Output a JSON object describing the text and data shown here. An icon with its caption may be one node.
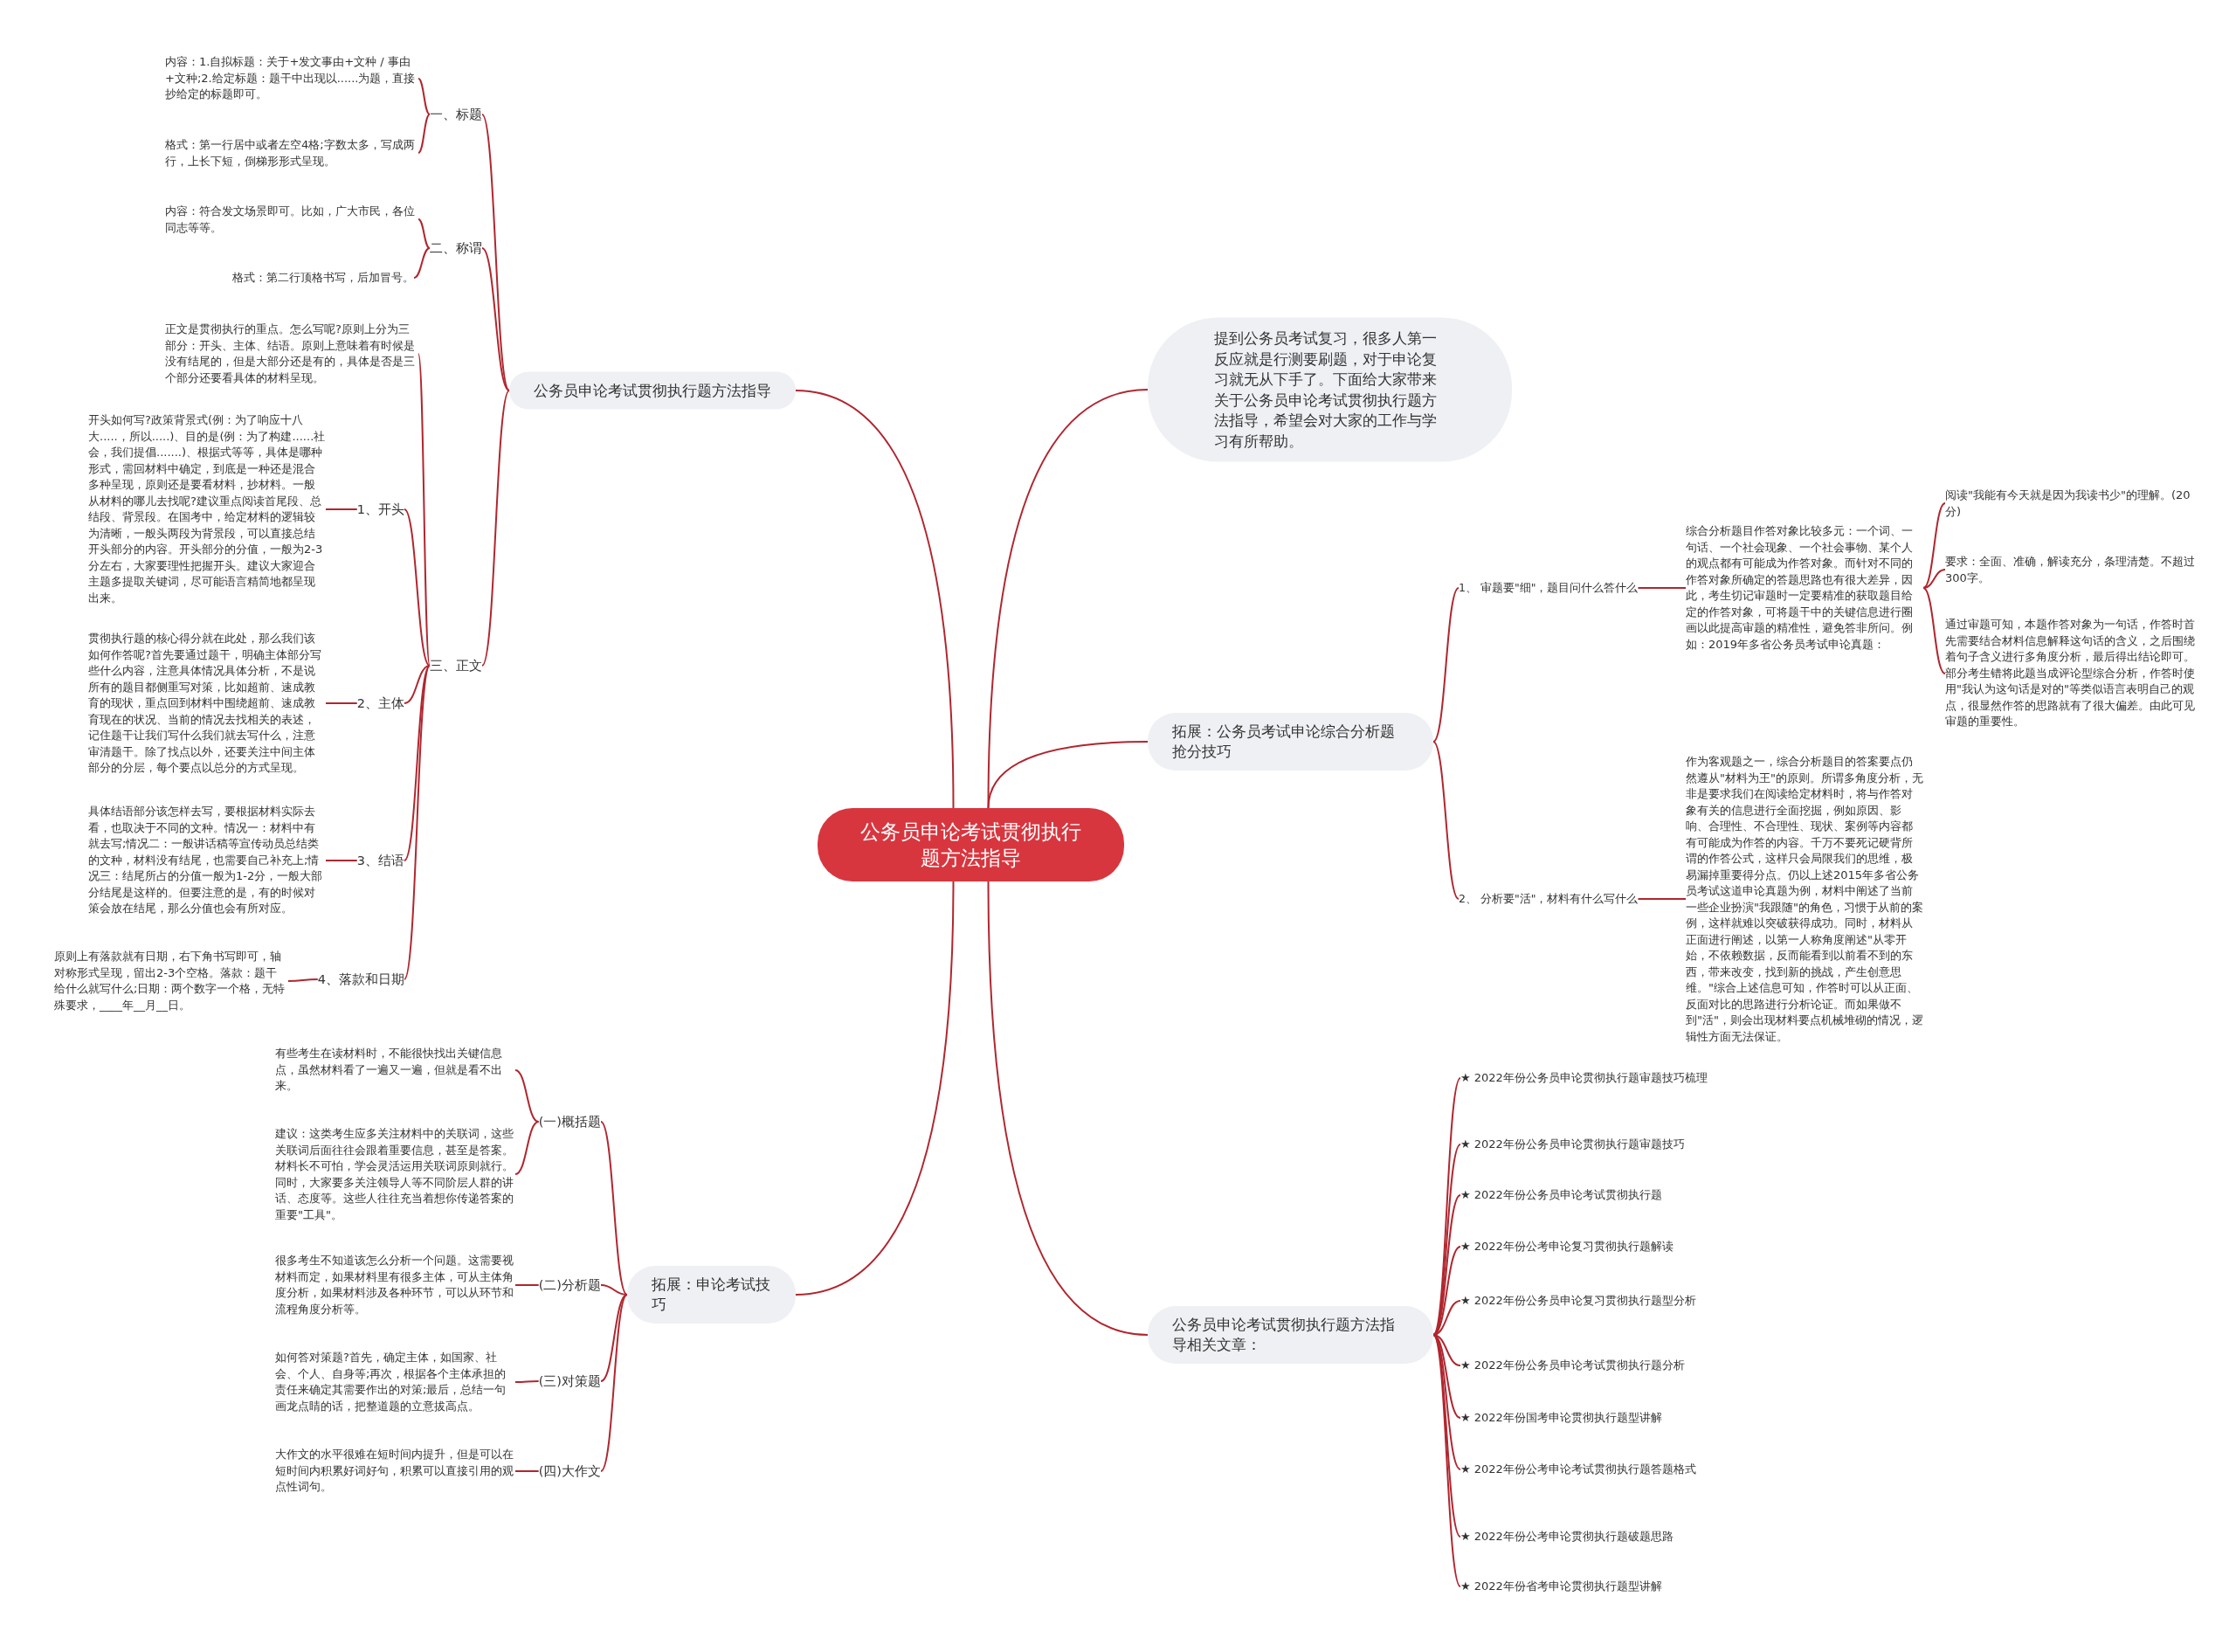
{
  "diagram": {
    "nodes": [
      {
        "text": [
          "公务员申论考试贯彻执行题方法指导"
        ]
      },
      {
        "text": [
          "公务员申论考试贯彻执行题方法指导"
        ]
      },
      {
        "text": [
          "一、标题"
        ]
      },
      {
        "text": [
          "内容：1.自拟标题：关于+发文事由+文种 / 事由+文种;2.给定标题：题干中出现以......为题，直接抄给定的标题即可。"
        ]
      },
      {
        "text": [
          "格式：第一行居中或者左空4格;字数太多，写成两行，上长下短，倒梯形形式呈现。"
        ]
      },
      {
        "text": [
          "二、称谓"
        ]
      },
      {
        "text": [
          "内容：符合发文场景即可。比如，广大市民，各位同志等等。"
        ]
      },
      {
        "text": [
          "格式：第二行顶格书写，后加冒号。"
        ]
      },
      {
        "text": [
          "三、正文"
        ]
      },
      {
        "text": [
          "正文是贯彻执行的重点。怎么写呢?原则上分为三部分：开头、主体、结语。原则上意味着有时候是没有结尾的，但是大部分还是有的，具体是否是三个部分还要看具体的材料呈现。"
        ]
      },
      {
        "text": [
          "1、开头"
        ]
      },
      {
        "text": [
          "开头如何写?政策背景式(例：为了响应十八大.....，所以.....)、目的是(例：为了构建......社会，我们提倡.......)、根据式等等，具体是哪种形式，需回材料中确定，到底是一种还是混合多种呈现，原则还是要看材料，抄材料。一般从材料的哪儿去找呢?建议重点阅读首尾段、总结段、背景段。在国考中，给定材料的逻辑较为清晰，一般头两段为背景段，可以直接总结开头部分的内容。开头部分的分值，一般为2-3分左右，大家要理性把握开头。建议大家迎合主题多提取关键词，尽可能语言精简地都呈现出来。"
        ]
      },
      {
        "text": [
          "2、主体"
        ]
      },
      {
        "text": [
          "贯彻执行题的核心得分就在此处，那么我们该如何作答呢?首先要通过题干，明确主体部分写些什么内容，注意具体情况具体分析，不是说所有的题目都侧重写对策，比如超前、速成教育的现状，重点回到材料中围绕超前、速成教育现在的状况、当前的情况去找相关的表述，记住题干让我们写什么我们就去写什么，注意审清题干。除了找点以外，还要关注中间主体部分的分层，每个要点以总分的方式呈现。"
        ]
      },
      {
        "text": [
          "3、结语"
        ]
      },
      {
        "text": [
          "具体结语部分该怎样去写，要根据材料实际去看，也取决于不同的文种。情况一：材料中有就去写;情况二：一般讲话稿等宣传动员总结类的文种，材料没有结尾，也需要自己补充上;情况三：结尾所占的分值一般为1-2分，一般大部分结尾是这样的。但要注意的是，有的时候对策会放在结尾，那么分值也会有所对应。"
        ]
      },
      {
        "text": [
          "4、落款和日期"
        ]
      },
      {
        "text": [
          "原则上有落款就有日期，右下角书写即可，轴对称形式呈现，留出2-3个空格。落款：题干给什么就写什么;日期：两个数字一个格，无特殊要求，____年__月__日。"
        ]
      },
      {
        "text": [
          "拓展：申论考试技巧"
        ]
      },
      {
        "text": [
          "(一)概括题"
        ]
      },
      {
        "text": [
          "有些考生在读材料时，不能很快找出关键信息点，虽然材料看了一遍又一遍，但就是看不出来。"
        ]
      },
      {
        "text": [
          "建议：这类考生应多关注材料中的关联词，这些关联词后面往往会跟着重要信息，甚至是答案。材料长不可怕，学会灵活运用关联词原则就行。同时，大家要多关注领导人等不同阶层人群的讲话、态度等。这些人往往充当着想你传递答案的重要\"工具\"。"
        ]
      },
      {
        "text": [
          "(二)分析题"
        ]
      },
      {
        "text": [
          "很多考生不知道该怎么分析一个问题。这需要视材料而定，如果材料里有很多主体，可从主体角度分析，如果材料涉及各种环节，可以从环节和流程角度分析等。"
        ]
      },
      {
        "text": [
          "(三)对策题"
        ]
      },
      {
        "text": [
          "如何答对策题?首先，确定主体，如国家、社会、个人、自身等;再次，根据各个主体承担的责任来确定其需要作出的对策;最后，总结一句画龙点睛的话，把整道题的立意拔高点。"
        ]
      },
      {
        "text": [
          "(四)大作文"
        ]
      },
      {
        "text": [
          "大作文的水平很难在短时间内提升，但是可以在短时间内积累好词好句，积累可以直接引用的观点性词句。"
        ]
      },
      {
        "text": [
          "提到公务员考试复习，很多人第一反应就是行测要刷题，对于申论复习就无从下手了。下面给大家带来关于公务员申论考试贯彻执行题方法指导，希望会对大家的工作与学习有所帮助。"
        ]
      },
      {
        "text": [
          "拓展：公务员考试申论综合分析题抢分技巧"
        ]
      },
      {
        "text": [
          "1、 审题要\"细\"，题目问什么答什么"
        ]
      },
      {
        "text": [
          "综合分析题目作答对象比较多元：一个词、一句话、一个社会现象、一个社会事物、某个人的观点都有可能成为作答对象。而针对不同的作答对象所确定的答题思路也有很大差异，因此，考生切记审题时一定要精准的获取题目给定的作答对象，可将题干中的关键信息进行圈画以此提高审题的精准性，避免答非所问。例如：2019年多省公务员考试申论真题："
        ]
      },
      {
        "text": [
          "阅读\"我能有今天就是因为我读书少\"的理解。(20分)"
        ]
      },
      {
        "text": [
          "要求：全面、准确，解读充分，条理清楚。不超过300字。"
        ]
      },
      {
        "text": [
          "通过审题可知，本题作答对象为一句话，作答时首先需要结合材料信息解释这句话的含义，之后围绕着句子含义进行多角度分析，最后得出结论即可。部分考生错将此题当成评论型综合分析，作答时使用\"我认为这句话是对的\"等类似语言表明自己的观点，很显然作答的思路就有了很大偏差。由此可见审题的重要性。"
        ]
      },
      {
        "text": [
          "2、 分析要\"活\"，材料有什么写什么"
        ]
      },
      {
        "text": [
          "作为客观题之一，综合分析题目的答案要点仍然遵从\"材料为王\"的原则。所谓多角度分析，无非是要求我们在阅读给定材料时，将与作答对象有关的信息进行全面挖掘，例如原因、影响、合理性、不合理性、现状、案例等内容都有可能成为作答的内容。千万不要死记硬背所谓的作答公式，这样只会局限我们的思维，极易漏掉重要得分点。仍以上述2015年多省公务员考试这道申论真题为例，材料中阐述了当前一些企业扮演\"我跟随\"的角色，习惯于从前的案例，这样就难以突破获得成功。同时，材料从正面进行阐述，以第一人称角度阐述\"从零开始，不依赖数据，反而能看到以前看不到的东西，带来改变，找到新的挑战，产生创意思维。\"综合上述信息可知，作答时可以从正面、反面对比的思路进行分析论证。而如果做不到\"活\"，则会出现材料要点机械堆砌的情况，逻辑性方面无法保证。"
        ]
      },
      {
        "text": [
          "公务员申论考试贯彻执行题方法指导相关文章："
        ]
      },
      {
        "text": [
          "★ 2022年份公务员申论贯彻执行题审题技巧梳理"
        ]
      },
      {
        "text": [
          "★ 2022年份公务员申论贯彻执行题审题技巧"
        ]
      },
      {
        "text": [
          "★ 2022年份公务员申论考试贯彻执行题"
        ]
      },
      {
        "text": [
          "★ 2022年份公考申论复习贯彻执行题解读"
        ]
      },
      {
        "text": [
          "★ 2022年份公务员申论复习贯彻执行题型分析"
        ]
      },
      {
        "text": [
          "★ 2022年份公务员申论考试贯彻执行题分析"
        ]
      },
      {
        "text": [
          "★ 2022年份国考申论贯彻执行题型讲解"
        ]
      },
      {
        "text": [
          "★ 2022年份公考申论考试贯彻执行题答题格式"
        ]
      },
      {
        "text": [
          "★ 2022年份公考申论贯彻执行题破题思路"
        ]
      },
      {
        "text": [
          "★ 2022年份省考申论贯彻执行题型讲解"
        ]
      }
    ],
    "edges": [
      {
        "from": 0,
        "to": 1,
        "arrow": "none"
      },
      {
        "from": 1,
        "to": 2,
        "arrow": "none"
      },
      {
        "from": 2,
        "to": 3,
        "arrow": "none"
      },
      {
        "from": 2,
        "to": 4,
        "arrow": "none"
      },
      {
        "from": 1,
        "to": 5,
        "arrow": "none"
      },
      {
        "from": 5,
        "to": 6,
        "arrow": "none"
      },
      {
        "from": 5,
        "to": 7,
        "arrow": "none"
      },
      {
        "from": 1,
        "to": 8,
        "arrow": "none"
      },
      {
        "from": 8,
        "to": 9,
        "arrow": "none"
      },
      {
        "from": 8,
        "to": 10,
        "arrow": "none"
      },
      {
        "from": 10,
        "to": 11,
        "arrow": "none"
      },
      {
        "from": 8,
        "to": 12,
        "arrow": "none"
      },
      {
        "from": 12,
        "to": 13,
        "arrow": "none"
      },
      {
        "from": 8,
        "to": 14,
        "arrow": "none"
      },
      {
        "from": 14,
        "to": 15,
        "arrow": "none"
      },
      {
        "from": 8,
        "to": 16,
        "arrow": "none"
      },
      {
        "from": 16,
        "to": 17,
        "arrow": "none"
      },
      {
        "from": 0,
        "to": 18,
        "arrow": "none"
      },
      {
        "from": 18,
        "to": 19,
        "arrow": "none"
      },
      {
        "from": 19,
        "to": 20,
        "arrow": "none"
      },
      {
        "from": 19,
        "to": 21,
        "arrow": "none"
      },
      {
        "from": 18,
        "to": 22,
        "arrow": "none"
      },
      {
        "from": 22,
        "to": 23,
        "arrow": "none"
      },
      {
        "from": 18,
        "to": 24,
        "arrow": "none"
      },
      {
        "from": 24,
        "to": 25,
        "arrow": "none"
      },
      {
        "from": 18,
        "to": 26,
        "arrow": "none"
      },
      {
        "from": 26,
        "to": 27,
        "arrow": "none"
      },
      {
        "from": 0,
        "to": 28,
        "arrow": "none"
      },
      {
        "from": 0,
        "to": 29,
        "arrow": "none"
      },
      {
        "from": 29,
        "to": 30,
        "arrow": "none"
      },
      {
        "from": 30,
        "to": 31,
        "arrow": "none"
      },
      {
        "from": 31,
        "to": 32,
        "arrow": "none"
      },
      {
        "from": 31,
        "to": 33,
        "arrow": "none"
      },
      {
        "from": 31,
        "to": 34,
        "arrow": "none"
      },
      {
        "from": 29,
        "to": 35,
        "arrow": "none"
      },
      {
        "from": 35,
        "to": 36,
        "arrow": "none"
      },
      {
        "from": 0,
        "to": 37,
        "arrow": "none"
      },
      {
        "from": 37,
        "to": 38,
        "arrow": "none"
      },
      {
        "from": 37,
        "to": 39,
        "arrow": "none"
      },
      {
        "from": 37,
        "to": 40,
        "arrow": "none"
      },
      {
        "from": 37,
        "to": 41,
        "arrow": "none"
      },
      {
        "from": 37,
        "to": 42,
        "arrow": "none"
      },
      {
        "from": 37,
        "to": 43,
        "arrow": "none"
      },
      {
        "from": 37,
        "to": 44,
        "arrow": "none"
      },
      {
        "from": 37,
        "to": 45,
        "arrow": "none"
      },
      {
        "from": 37,
        "to": 46,
        "arrow": "none"
      },
      {
        "from": 37,
        "to": 47,
        "arrow": "none"
      }
    ]
  }
}
